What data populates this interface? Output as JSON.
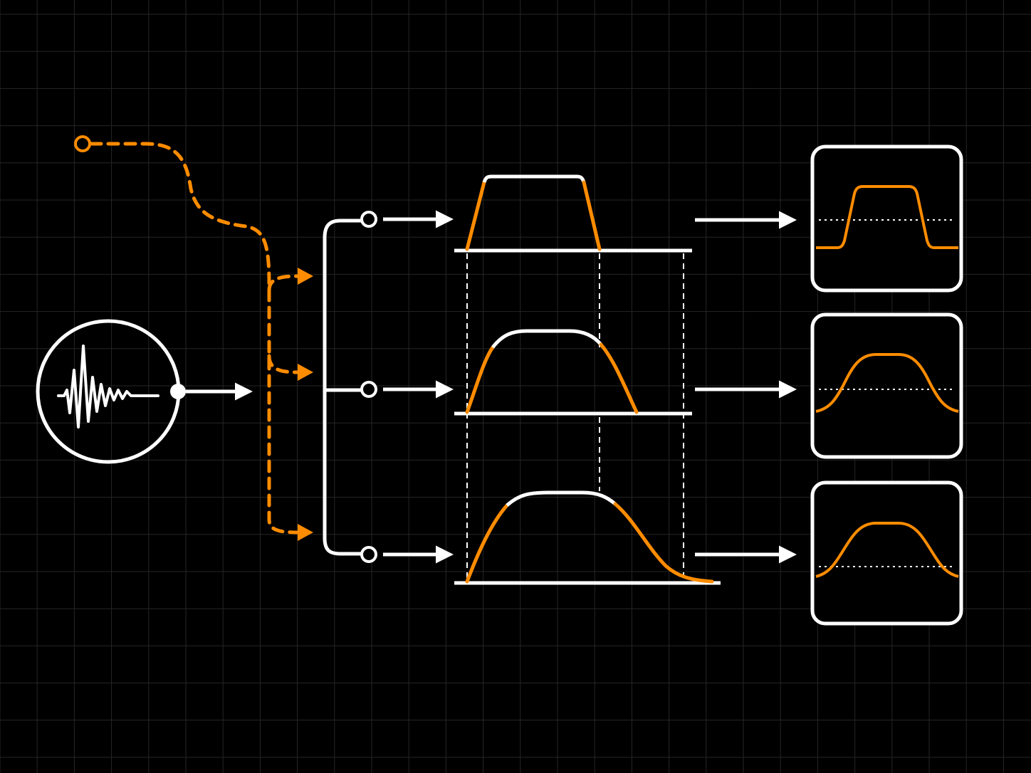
{
  "colors": {
    "background": "#000000",
    "grid": "#262626",
    "line": "#ffffff",
    "accent": "#ff8c00"
  },
  "source": {
    "icon": "waveform-icon",
    "description_icon": "decaying-oscillation"
  },
  "control_input": {
    "icon": "control-node-icon",
    "style": "dashed"
  },
  "stages": [
    {
      "name": "narrow",
      "edge_softness": 0.2
    },
    {
      "name": "medium",
      "edge_softness": 0.6
    },
    {
      "name": "wide",
      "edge_softness": 1.0
    }
  ],
  "outputs": [
    {
      "icon": "trapezoid-window-icon"
    },
    {
      "icon": "smooth-window-icon"
    },
    {
      "icon": "wide-smooth-window-icon"
    }
  ]
}
